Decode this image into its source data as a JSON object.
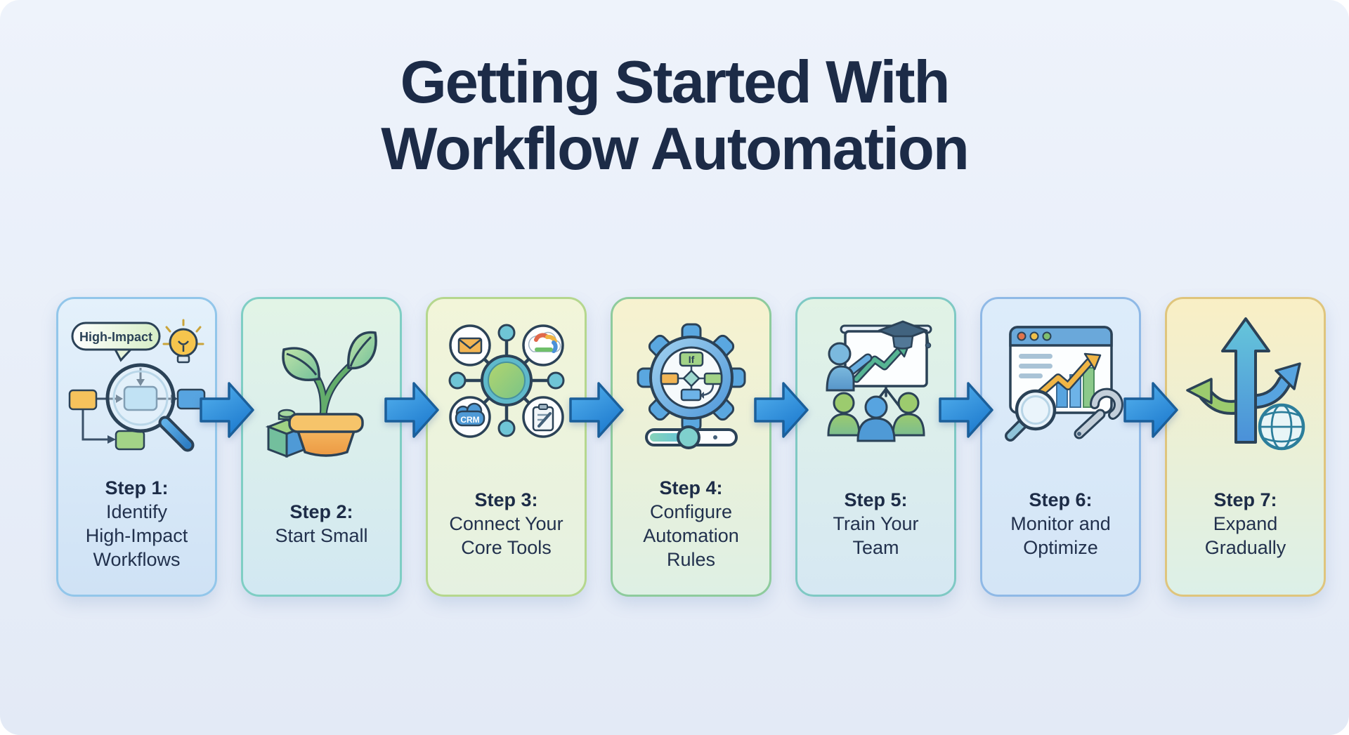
{
  "title": {
    "line1": "Getting Started With",
    "line2": "Workflow Automation"
  },
  "steps": [
    {
      "label": "Step 1:",
      "lines": [
        "Identify",
        "High-Impact",
        "Workflows"
      ],
      "icon": "magnifier-flowchart-icon",
      "callout": "High-Impact",
      "theme": {
        "border": "#92c6ea",
        "bg_top": "#e4f1fb",
        "bg_bottom": "#cfe2f5"
      }
    },
    {
      "label": "Step 2:",
      "lines": [
        "Start Small"
      ],
      "icon": "seedling-pot-icon",
      "theme": {
        "border": "#7fcec4",
        "bg_top": "#e2f4e6",
        "bg_bottom": "#d2e8f2"
      }
    },
    {
      "label": "Step 3:",
      "lines": [
        "Connect Your",
        "Core Tools"
      ],
      "icon": "integration-hub-icon",
      "hub_label": "CRM",
      "theme": {
        "border": "#b5d78e",
        "bg_top": "#f2f5d9",
        "bg_bottom": "#e5f1e1"
      }
    },
    {
      "label": "Step 4:",
      "lines": [
        "Configure",
        "Automation",
        "Rules"
      ],
      "icon": "gear-flowchart-icon",
      "gear_label": "If",
      "theme": {
        "border": "#8ecb9d",
        "bg_top": "#f7f2cf",
        "bg_bottom": "#def0e4"
      }
    },
    {
      "label": "Step 5:",
      "lines": [
        "Train Your",
        "Team"
      ],
      "icon": "training-presentation-icon",
      "theme": {
        "border": "#7fc9c4",
        "bg_top": "#e1f3e5",
        "bg_bottom": "#d6e8f3"
      }
    },
    {
      "label": "Step 6:",
      "lines": [
        "Monitor and",
        "Optimize"
      ],
      "icon": "analytics-monitor-icon",
      "theme": {
        "border": "#8fb9e6",
        "bg_top": "#ddecfa",
        "bg_bottom": "#d4e5f6"
      }
    },
    {
      "label": "Step 7:",
      "lines": [
        "Expand",
        "Gradually"
      ],
      "icon": "branching-arrows-globe-icon",
      "theme": {
        "border": "#dfc57d",
        "bg_top": "#f9efc5",
        "bg_bottom": "#dcf0e8"
      }
    }
  ],
  "connector_icon": "right-arrow-icon",
  "colors": {
    "background_top": "#eef3fb",
    "background_bottom": "#e3eaf6",
    "title_text": "#1c2b47",
    "step_text": "#22314d",
    "arrow_fill_top": "#54b0ee",
    "arrow_fill_bottom": "#1f7ccf",
    "arrow_outline": "#1b5f9a",
    "outline_navy": "#2b4257"
  }
}
